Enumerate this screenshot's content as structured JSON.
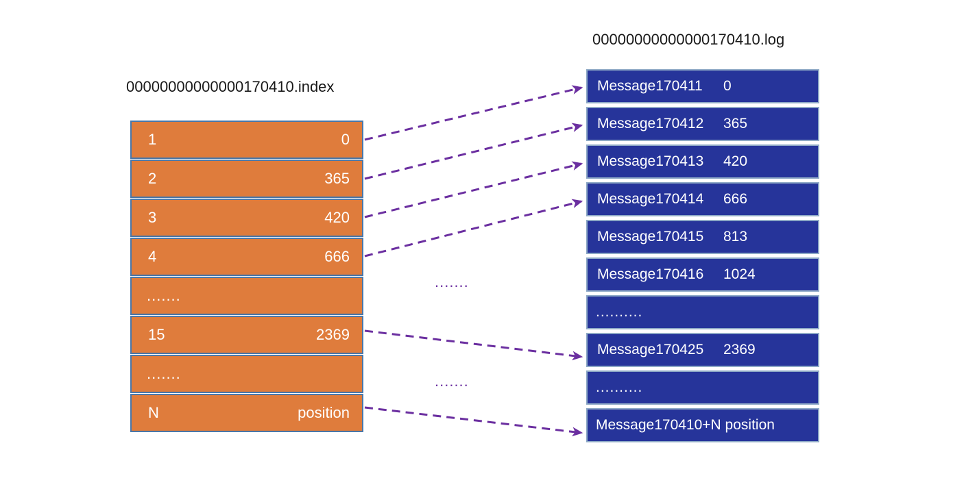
{
  "diagram": {
    "title_index": "00000000000000170410.index",
    "title_log": "00000000000000170410.log",
    "ellipsis_mid_1": ".......",
    "ellipsis_mid_2": ".......",
    "colors": {
      "index_fill": "#DF7C3C",
      "index_border": "#4A77A8",
      "log_fill": "#26349A",
      "log_border": "#8EA9C6",
      "arrow": "#6B2FA0",
      "text_on_block": "#FFFFFF",
      "title_text": "#1A1A1A"
    }
  },
  "index_table": {
    "name": "00000000000000170410.index",
    "rows": [
      {
        "key": "1",
        "value": "0"
      },
      {
        "key": "2",
        "value": "365"
      },
      {
        "key": "3",
        "value": "420"
      },
      {
        "key": "4",
        "value": "666"
      },
      {
        "key": ".......",
        "value": ""
      },
      {
        "key": "15",
        "value": "2369"
      },
      {
        "key": ".......",
        "value": ""
      },
      {
        "key": "N",
        "value": "position"
      }
    ]
  },
  "log_table": {
    "name": "00000000000000170410.log",
    "rows": [
      {
        "message": "Message170411",
        "offset": "0"
      },
      {
        "message": "Message170412",
        "offset": "365"
      },
      {
        "message": "Message170413",
        "offset": "420"
      },
      {
        "message": "Message170414",
        "offset": "666"
      },
      {
        "message": "Message170415",
        "offset": "813"
      },
      {
        "message": "Message170416",
        "offset": "1024"
      },
      {
        "message": "..........",
        "offset": ""
      },
      {
        "message": "Message170425",
        "offset": "2369"
      },
      {
        "message": "..........",
        "offset": ""
      },
      {
        "message": "Message170410+N position",
        "offset": ""
      }
    ]
  },
  "mappings": [
    {
      "from_index_row": 0,
      "to_log_row": 0
    },
    {
      "from_index_row": 1,
      "to_log_row": 1
    },
    {
      "from_index_row": 2,
      "to_log_row": 2
    },
    {
      "from_index_row": 3,
      "to_log_row": 3
    },
    {
      "from_index_row": 5,
      "to_log_row": 7
    },
    {
      "from_index_row": 7,
      "to_log_row": 9
    }
  ]
}
